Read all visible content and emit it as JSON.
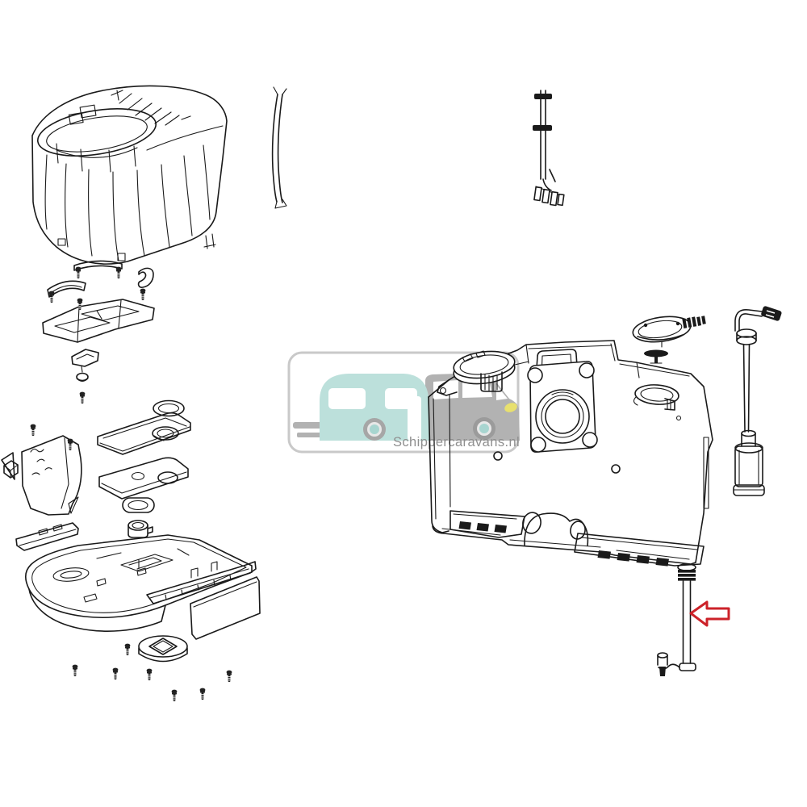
{
  "diagram": {
    "type": "exploded-parts-diagram",
    "subject": "caravan cassette toilet spare parts",
    "background": "#ffffff"
  },
  "colors": {
    "line": "#1a1a1a",
    "arrow_red": "#cc2229",
    "watermark_border": "#c9c9c9",
    "watermark_text": "#8f8f8f",
    "caravan_teal": "#bce0db",
    "vehicle_gray": "#b2b2b2",
    "headlight_yellow": "#e8e06e",
    "wheel_gray": "#a3a3a3",
    "hub_teal": "#a8d5d0"
  },
  "watermark": {
    "text": "Schippercaravans.nl",
    "icons": [
      "caravan-trailer-icon",
      "tow-van-icon"
    ]
  },
  "annotation": {
    "shape": "left-arrow",
    "color_ref": "arrow_red",
    "points_to": "fill-tube"
  },
  "parts": {
    "left_assembly": [
      "toilet-shell-housing",
      "side-trim-strip",
      "support-bar",
      "curved-bracket",
      "hook-bracket",
      "mounting-plate",
      "small-bracket",
      "dome-cap",
      "seal-ring",
      "top-lid-plate",
      "bottom-lid-plate",
      "gasket",
      "socket-fitting",
      "side-panel",
      "corner-wedge-block",
      "sill-strip",
      "base-pan",
      "slide-rail",
      "side-skirt-panel",
      "floor-flange-disc"
    ],
    "right_assembly": [
      "wiring-harness",
      "waste-tank",
      "left-filler-collar",
      "center-flange",
      "right-filler-collar",
      "vent-valve-assembly",
      "umbrella-valve",
      "fill-tube",
      "drain-valve",
      "pump-assembly"
    ],
    "screw_count": 15
  }
}
